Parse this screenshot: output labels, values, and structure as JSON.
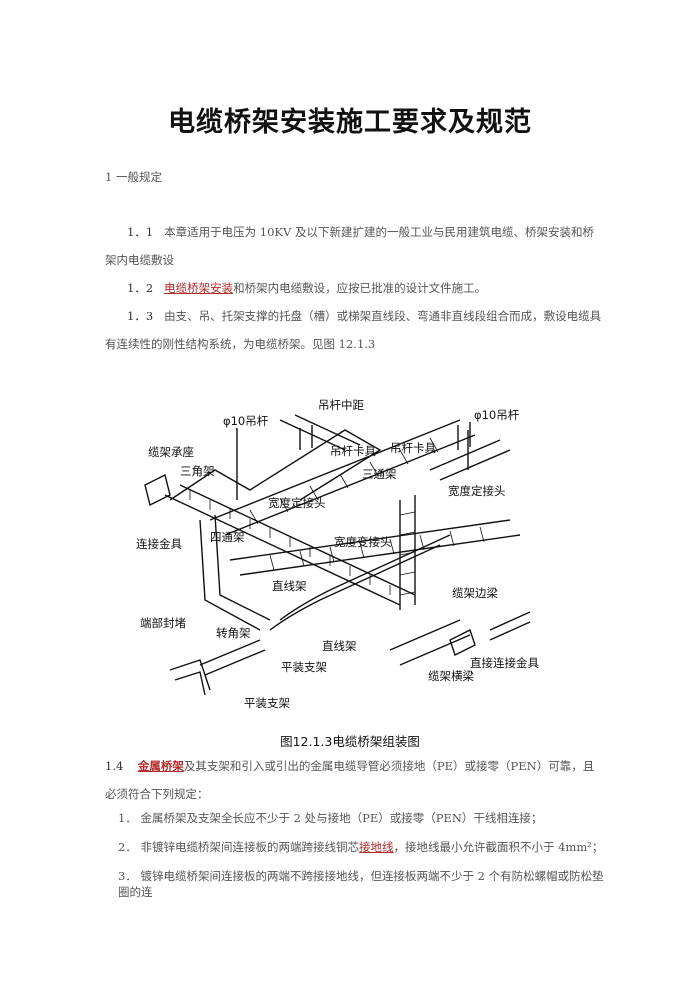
{
  "title": "电缆桥架安装施工要求及规范",
  "section1": "1 一般规定",
  "p11": {
    "num": "1．1",
    "text": "本章适用于电压为 10KV 及以下新建扩建的一般工业与民用建筑电缆、桥架安装和桥架内电缆敷设"
  },
  "p12": {
    "num": "1．2",
    "link": "电缆桥架安装",
    "text": "和桥架内电缆敷设，应按已批准的设计文件施工。"
  },
  "p13": {
    "num": "1．3",
    "text": "由支、吊、托架支撑的托盘（槽）或梯架直线段、弯通非直线段组合而成，敷设电缆具有连续性的刚性结构系统，为电缆桥架。见图 12.1.3"
  },
  "figure": {
    "caption": "图12.1.3电缆桥架组装图",
    "labels": {
      "rod_spacing": "吊杆中距",
      "rod_left": "φ10吊杆",
      "rod_right": "φ10吊杆",
      "clamp1": "吊杆卡具",
      "clamp2": "吊杆卡具",
      "seat": "缆架承座",
      "triangle": "三角架",
      "tee": "三通架",
      "fixed_joint1": "宽度定接头",
      "fixed_joint2": "宽度定接头",
      "connector": "连接金具",
      "cross": "四通架",
      "var_joint": "宽度变接头",
      "straight1": "直线架",
      "side_beam": "缆架边梁",
      "end_cap": "端部封堵",
      "corner": "转角架",
      "straight2": "直线架",
      "direct_connector": "直接连接金具",
      "cross_beam": "缆架横梁",
      "flat_bracket1": "平装支架",
      "flat_bracket2": "平装支架"
    }
  },
  "p14": {
    "num": "1.4",
    "link": "金属桥架",
    "text": "及其支架和引入或引出的金属电缆导管必须接地（PE）或接零（PEN）可靠，且必须符合下列规定："
  },
  "items": [
    {
      "num": "1．",
      "text": "金属桥架及支架全长应不少于 2 处与接地（PE）或接零（PEN）干线相连接；"
    },
    {
      "num": "2．",
      "pre": "非镀锌电缆桥架间连接板的两端跨接线铜芯",
      "link": "接地线",
      "post": "，接地线最小允许截面积不小于 4mm²；"
    },
    {
      "num": "3．",
      "text": "镀锌电缆桥架间连接板的两端不跨接接地线，但连接板两端不少于 2 个有防松螺帽或防松垫圈的连"
    }
  ]
}
